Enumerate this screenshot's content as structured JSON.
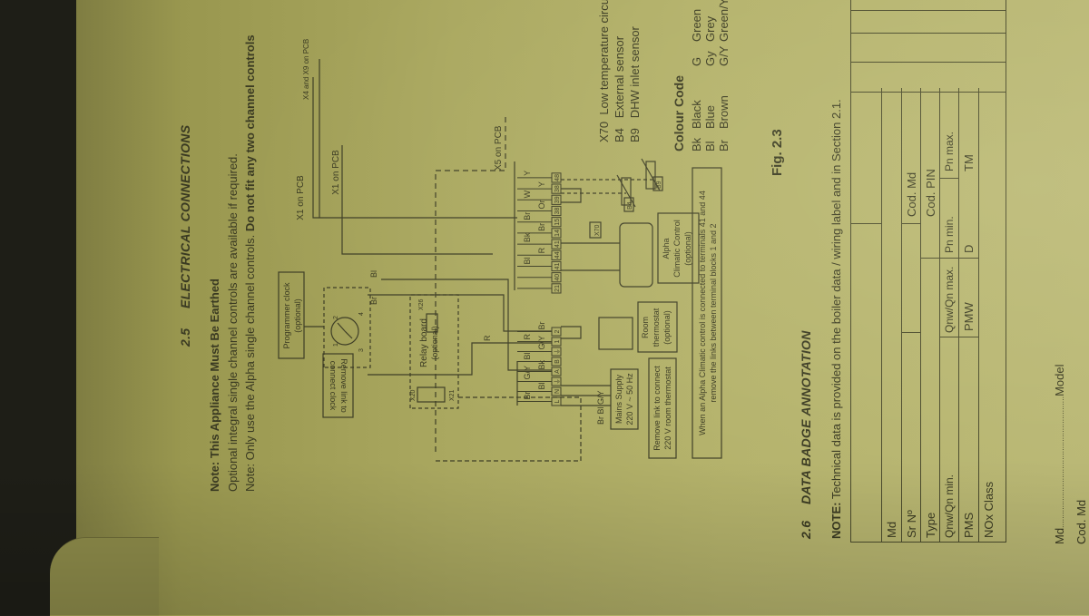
{
  "section_25": {
    "number": "2.5",
    "title": "ELECTRICAL CONNECTIONS",
    "note1": "Note: This Appliance Must Be Earthed",
    "line2": "Optional integral single channel controls are available if required.",
    "note2_prefix": "Note: Only use the Alpha single channel controls. ",
    "note2_bold": "Do not fit any two channel controls"
  },
  "diagram": {
    "programmer_clock": [
      "Programmer clock",
      "(optional)"
    ],
    "remove_link_clock": [
      "Remove link to",
      "connect clock"
    ],
    "relay_board": [
      "Relay board",
      "(optional)"
    ],
    "x20": "X20",
    "x21": "X21",
    "x26": "X26",
    "x1_pcb_a": "X1 on PCB",
    "x1_pcb_b": "X1 on PCB",
    "x4_x9_pcb": "X4 and X9 on PCB",
    "x5_pcb": "X5 on PCB",
    "mains_supply": [
      "Mains Supply",
      "220 V ~ 50 Hz"
    ],
    "mains_wires": "Br Bl G/Y",
    "remove_link_thermostat": [
      "Remove link to connect",
      "220 V room thermostat"
    ],
    "room_thermostat": [
      "Room",
      "thermostat",
      "(optional)"
    ],
    "alpha_control": [
      "Alpha",
      "Climatic Control",
      "(optional)"
    ],
    "alpha_note": [
      "When an Alpha Climatic control is connected to terminals 41 and 44",
      "remove the links between terminal blocks 1 and 2"
    ],
    "lower_terminals": [
      "L",
      "N",
      "⏚",
      "A",
      "B",
      "⏚",
      "1",
      "2"
    ],
    "lower_wires": [
      "Br",
      "Bl",
      "G/Y",
      "Bk",
      "Bl",
      "G/Y",
      "R",
      "Br"
    ],
    "upper_terminals": [
      "21",
      "40",
      "41",
      "44",
      "41",
      "14",
      "15",
      "38",
      "39",
      "38",
      "48"
    ],
    "upper_wires": [
      "",
      "",
      "Bl",
      "R",
      "Bk",
      "Br",
      "Br",
      "Or",
      "W",
      "Y",
      "Y"
    ],
    "wire_r": "R",
    "wire_br": "Br",
    "wire_bl": "Bl",
    "x70": "X70",
    "b4": "B4",
    "b9": "B9",
    "clock_terminals": [
      "1",
      "2",
      "3",
      "4"
    ]
  },
  "legend": [
    {
      "code": "X70",
      "desc": "Low temperature circuit"
    },
    {
      "code": "B4",
      "desc": "External sensor"
    },
    {
      "code": "B9",
      "desc": "DHW inlet sensor"
    }
  ],
  "colour_code": {
    "title": "Colour Code",
    "rows": [
      {
        "a": "Bk",
        "b": "Black",
        "c": "G",
        "d": "Green"
      },
      {
        "a": "Bl",
        "b": "Blue",
        "c": "Gy",
        "d": "Grey"
      },
      {
        "a": "Br",
        "b": "Brown",
        "c": "G/Y",
        "d": "Green/Yellow"
      }
    ]
  },
  "figure_caption": "Fig. 2.3",
  "section_26": {
    "number": "2.6",
    "title": "DATA BADGE ANNOTATION",
    "note_label": "NOTE:",
    "note_text": " Technical data is provided on the boiler data / wiring label and in Section 2.1."
  },
  "badge_table": {
    "md": "Md",
    "sr": "Sr Nº",
    "type": "Type",
    "cod_md": "Cod. Md",
    "cod_pin": "Cod. PIN",
    "qmin": "Qnw/Qn min.",
    "qmax": "Qnw/Qn max.",
    "pmin": "Pn min.",
    "pmax": "Pn max.",
    "pms": "PMS",
    "pmw": "PMW",
    "d": "D",
    "tm": "TM",
    "nox": "NOx Class"
  },
  "footer": {
    "md": "Md",
    "dots": "..........................................................",
    "model": "Model",
    "cod_md": "Cod. Md"
  }
}
